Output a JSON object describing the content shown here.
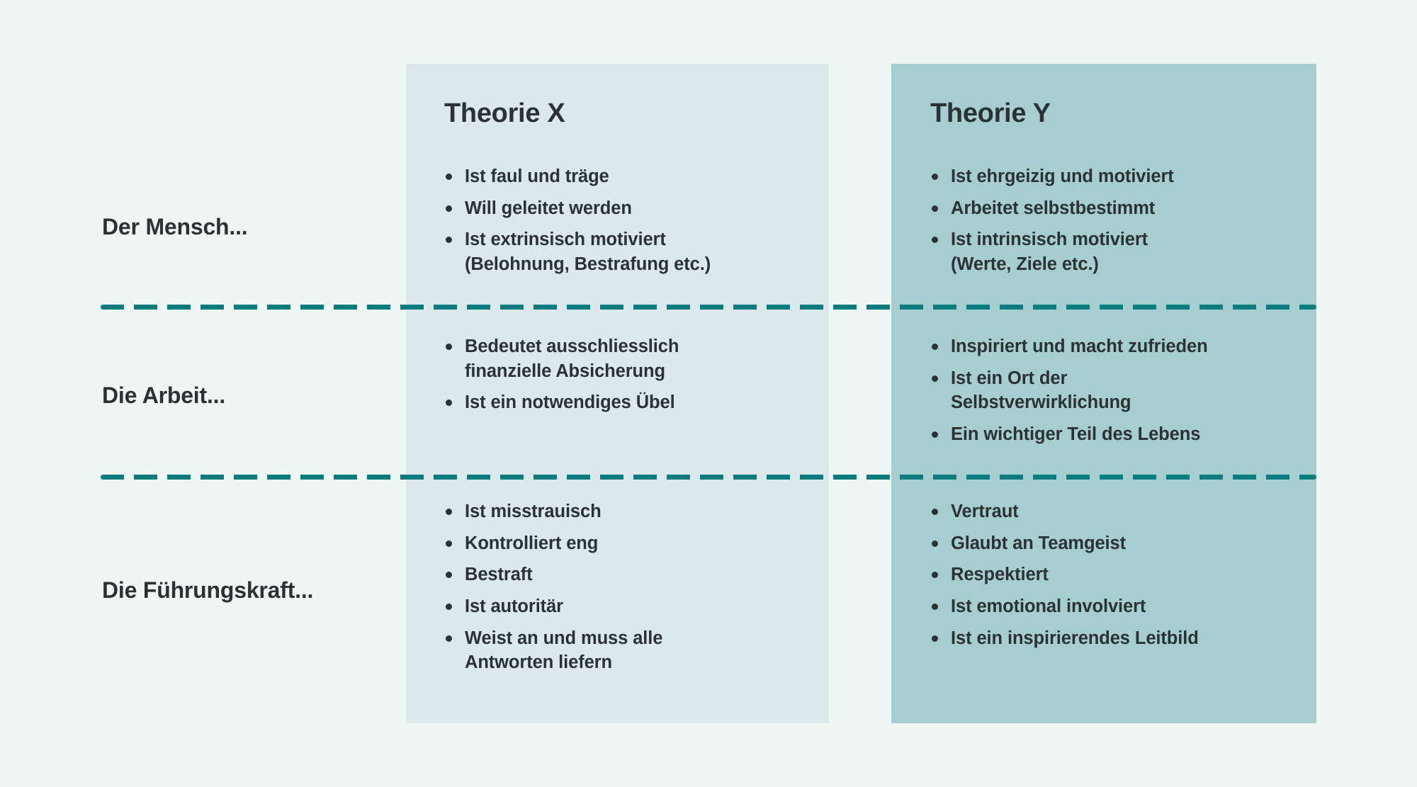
{
  "colors": {
    "background": "#eff7f5",
    "panel_x": "#dce9ec",
    "panel_y": "#a6ced0",
    "divider": "#0b7b7e",
    "text": "#2c3234"
  },
  "columns": {
    "theory_x_title": "Theorie X",
    "theory_y_title": "Theorie Y"
  },
  "rows": [
    {
      "label": "Der Mensch...",
      "theory_x": [
        {
          "text": "Ist faul und träge",
          "cont": null
        },
        {
          "text": "Will geleitet werden",
          "cont": null
        },
        {
          "text": "Ist extrinsisch motiviert",
          "cont": "(Belohnung, Bestrafung etc.)"
        }
      ],
      "theory_y": [
        {
          "text": "Ist ehrgeizig und motiviert",
          "cont": null
        },
        {
          "text": "Arbeitet selbstbestimmt",
          "cont": null
        },
        {
          "text": "Ist intrinsisch motiviert",
          "cont": "(Werte, Ziele etc.)"
        }
      ]
    },
    {
      "label": "Die Arbeit...",
      "theory_x": [
        {
          "text": "Bedeutet ausschliesslich",
          "cont": "finanzielle Absicherung"
        },
        {
          "text": "Ist ein notwendiges Übel",
          "cont": null
        }
      ],
      "theory_y": [
        {
          "text": "Inspiriert und macht zufrieden",
          "cont": null
        },
        {
          "text": "Ist ein Ort der",
          "cont": "Selbstverwirklichung"
        },
        {
          "text": "Ein wichtiger Teil des Lebens",
          "cont": null
        }
      ]
    },
    {
      "label": "Die Führungskraft...",
      "theory_x": [
        {
          "text": "Ist misstrauisch",
          "cont": null
        },
        {
          "text": "Kontrolliert eng",
          "cont": null
        },
        {
          "text": "Bestraft",
          "cont": null
        },
        {
          "text": "Ist autoritär",
          "cont": null
        },
        {
          "text": "Weist an und muss alle",
          "cont": "Antworten liefern"
        }
      ],
      "theory_y": [
        {
          "text": "Vertraut",
          "cont": null
        },
        {
          "text": "Glaubt an Teamgeist",
          "cont": null
        },
        {
          "text": "Respektiert",
          "cont": null
        },
        {
          "text": "Ist emotional involviert",
          "cont": null
        },
        {
          "text": "Ist ein inspirierendes Leitbild",
          "cont": null
        }
      ]
    }
  ]
}
